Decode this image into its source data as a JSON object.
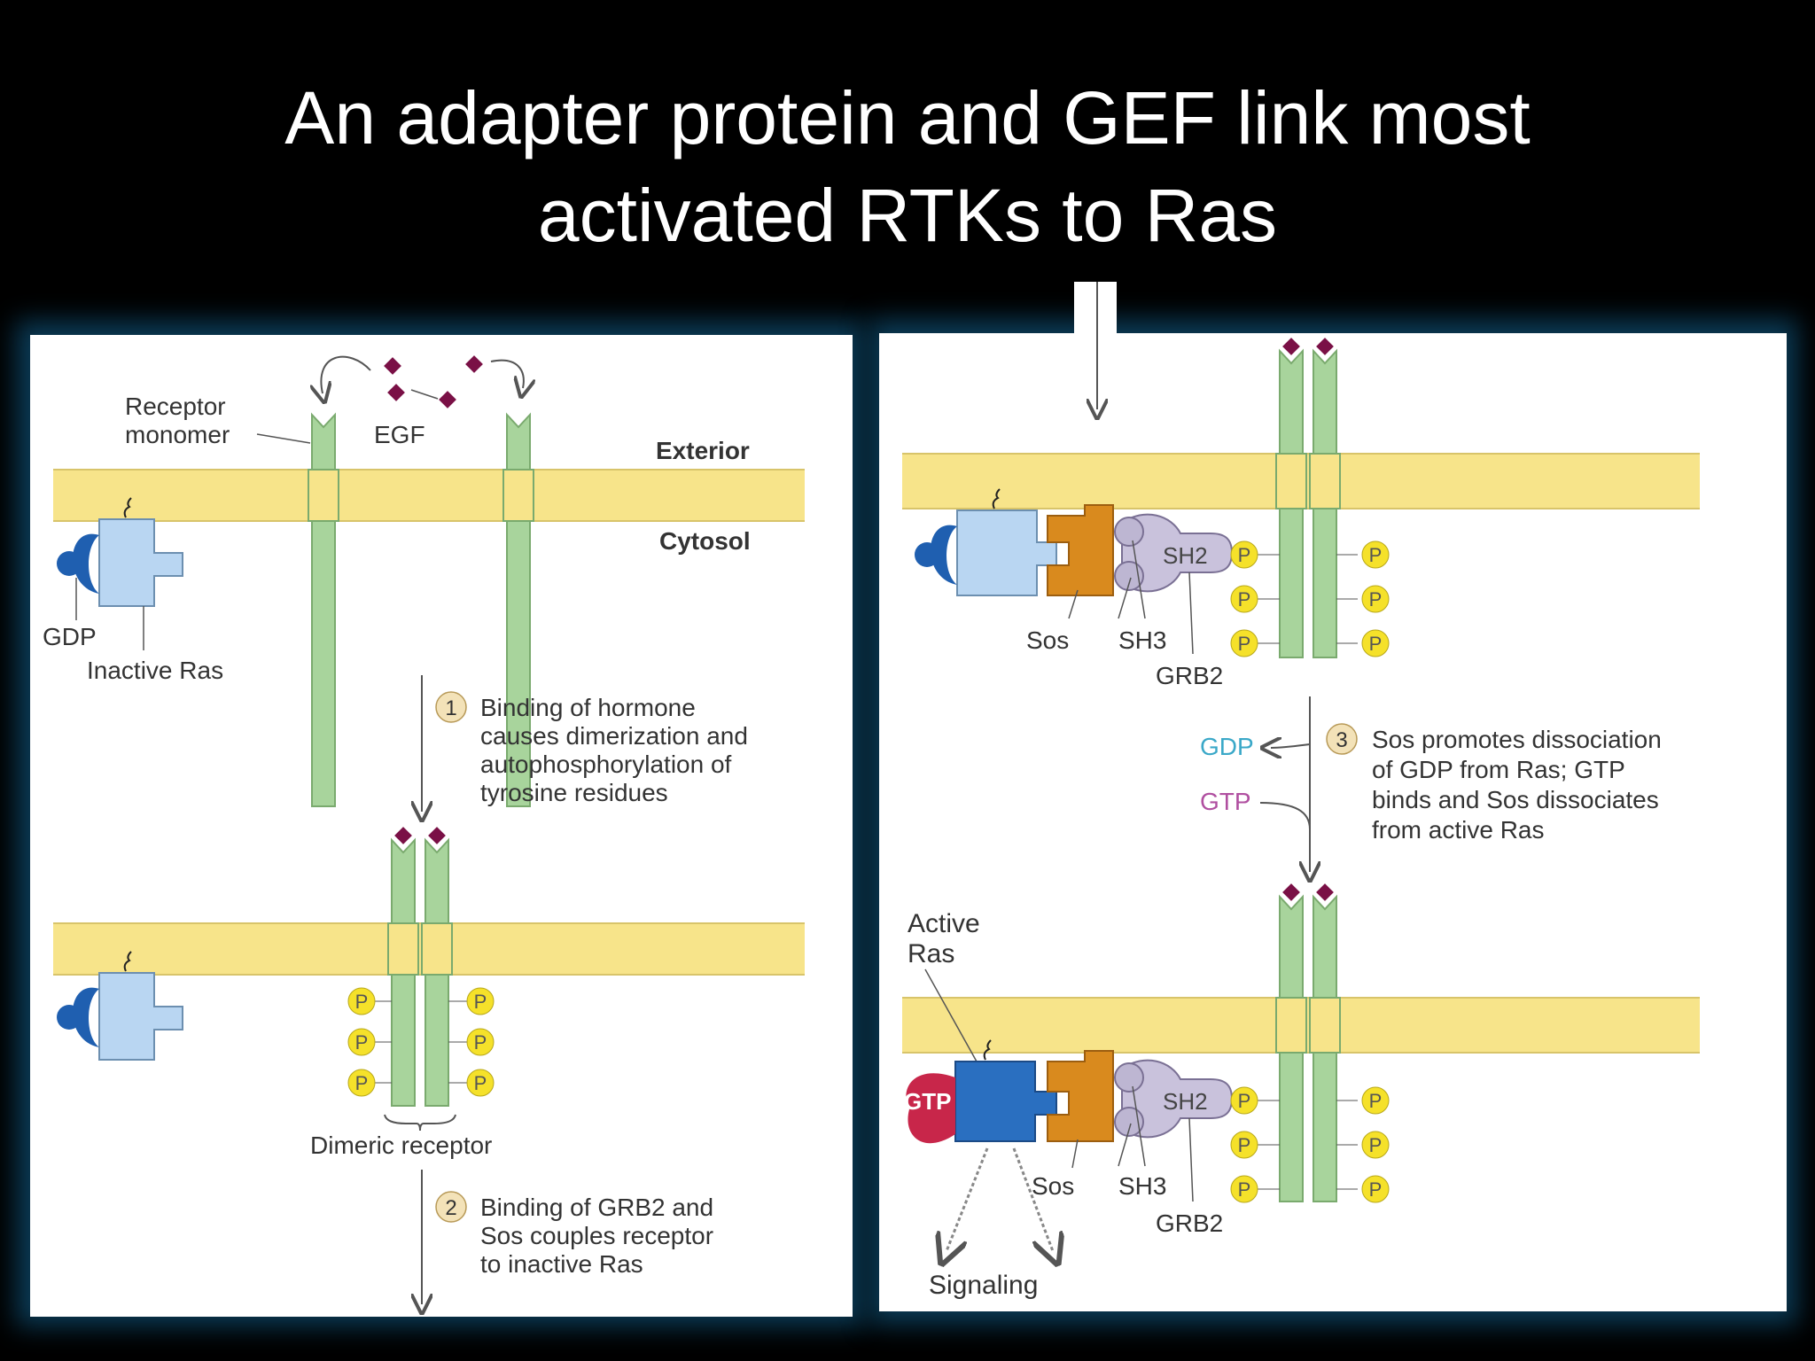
{
  "slide": {
    "title_line1": "An adapter protein and GEF link most",
    "title_line2": "activated RTKs to Ras"
  },
  "left_panel": {
    "receptor_monomer_1": "Receptor",
    "receptor_monomer_2": "monomer",
    "egf": "EGF",
    "exterior": "Exterior",
    "cytosol": "Cytosol",
    "gdp": "GDP",
    "inactive_ras": "Inactive Ras",
    "step1_number": "1",
    "step1_line1": "Binding of hormone",
    "step1_line2": "causes dimerization and",
    "step1_line3": "autophosphorylation of",
    "step1_line4": "tyrosine residues",
    "phospho": "P",
    "dimeric_receptor": "Dimeric receptor",
    "step2_number": "2",
    "step2_line1": "Binding of GRB2 and",
    "step2_line2": "Sos couples receptor",
    "step2_line3": "to inactive Ras"
  },
  "right_panel": {
    "sh2": "SH2",
    "sh3": "SH3",
    "sos": "Sos",
    "grb2": "GRB2",
    "phospho": "P",
    "gdp_released": "GDP",
    "gtp_bound": "GTP",
    "step3_number": "3",
    "step3_line1": "Sos promotes dissociation",
    "step3_line2": "of GDP from Ras; GTP",
    "step3_line3": "binds and Sos dissociates",
    "step3_line4": "from active Ras",
    "active_ras_1": "Active",
    "active_ras_2": "Ras",
    "gtp_label": "GTP",
    "signaling": "Signaling"
  },
  "colors": {
    "membrane": "#f7e48a",
    "receptor": "#a8d49c",
    "ras_inactive": "#b9d6f2",
    "ras_active": "#2a6fc0",
    "gdp_cap": "#1f5fb0",
    "gtp_cap": "#c8264a",
    "sos": "#d98a1e",
    "grb2": "#c9c2dc",
    "phospho": "#f5e12a",
    "egf": "#7a1046",
    "gdp_text": "#3aa8c8",
    "gtp_text": "#b04fa0"
  }
}
